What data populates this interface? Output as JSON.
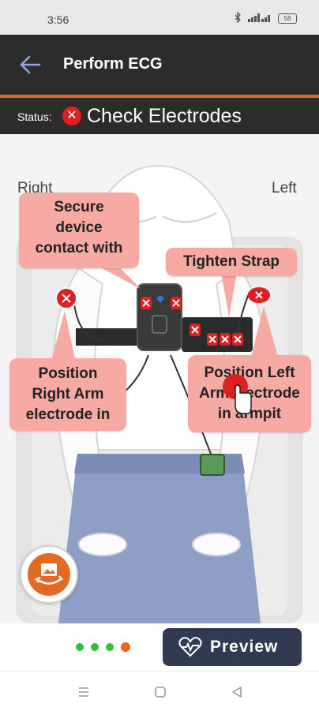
{
  "status_bar": {
    "time": "3:56",
    "bluetooth_icon": "bluetooth-icon",
    "signal_icon": "signal-icon",
    "battery": "58"
  },
  "app_bar": {
    "title": "Perform ECG",
    "back_icon": "back-arrow-icon"
  },
  "device_status": {
    "label": "Status:",
    "message": "Check Electrodes",
    "indicator_icon": "error-x-icon"
  },
  "illustration": {
    "right_label": "Right",
    "left_label": "Left",
    "callouts": {
      "secure_device": [
        "Secure",
        "device",
        "contact with"
      ],
      "tighten_strap": [
        "Tighten Strap"
      ],
      "right_arm": [
        "Position",
        "Right Arm",
        "electrode in"
      ],
      "left_arm": [
        "Position Left",
        "Arm electrode",
        "in armpit"
      ]
    }
  },
  "bottom": {
    "page_dots": [
      {
        "state": "done",
        "color": "#2fbf3a"
      },
      {
        "state": "done",
        "color": "#2fbf3a"
      },
      {
        "state": "done",
        "color": "#2fbf3a"
      },
      {
        "state": "current",
        "color": "#f0641e"
      }
    ],
    "preview_label": "Preview",
    "preview_icon": "heart-pulse-icon"
  },
  "colors": {
    "accent": "#e06a2a",
    "dark": "#2c2c2c",
    "callout": "#f7a9a4",
    "button": "#323a52",
    "error": "#e02020"
  }
}
